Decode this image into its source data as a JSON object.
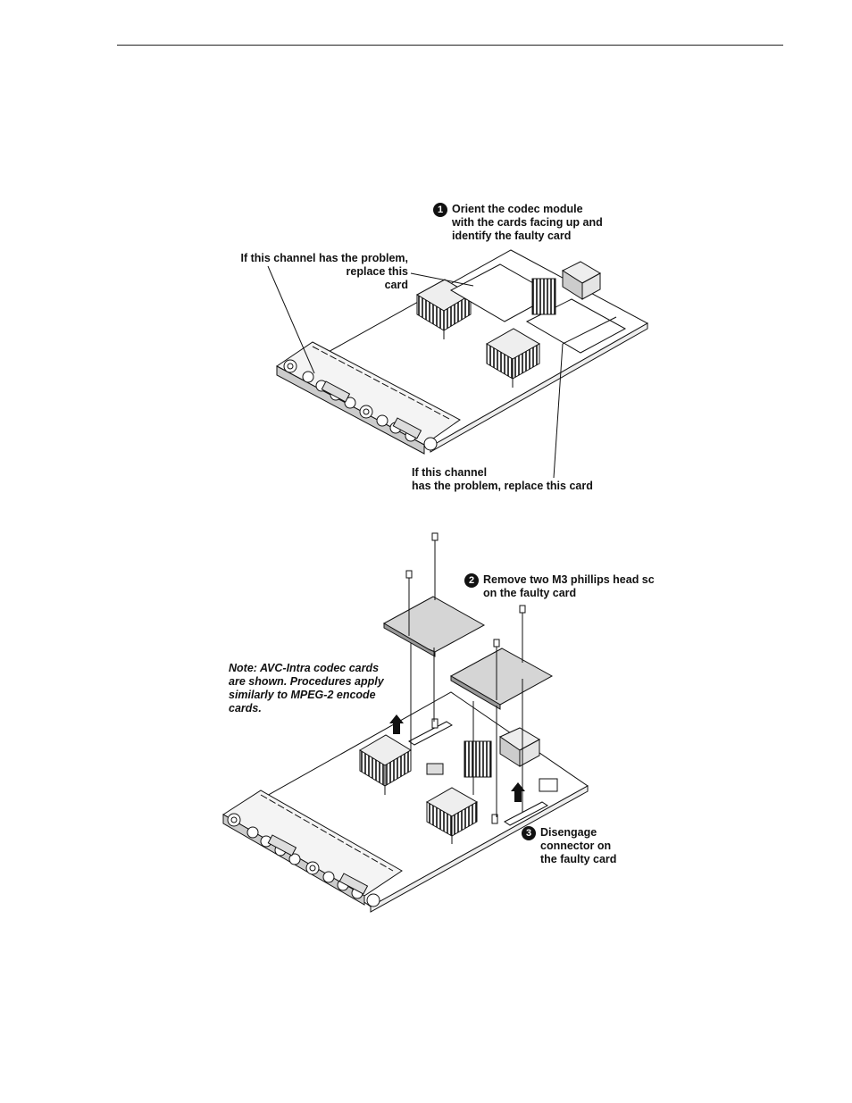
{
  "figure1": {
    "step1": {
      "number": "1",
      "lines": [
        "Orient the codec module",
        "with the cards facing up and",
        "identify the faulty card"
      ]
    },
    "left_callout": {
      "lines": [
        "If this channel has the problem,",
        "replace this",
        "card"
      ]
    },
    "bottom_callout": {
      "lines": [
        "If this channel",
        "has the problem, replace this card"
      ]
    }
  },
  "figure2": {
    "step2": {
      "number": "2",
      "lines": [
        "Remove two M3 phillips head sc",
        "on the faulty card"
      ]
    },
    "note": {
      "lines": [
        "Note: AVC-Intra codec cards",
        "are shown. Procedures apply",
        "similarly to MPEG-2 encode",
        "cards."
      ]
    },
    "step3": {
      "number": "3",
      "lines": [
        "Disengage",
        "connector on",
        "the faulty card"
      ]
    }
  }
}
